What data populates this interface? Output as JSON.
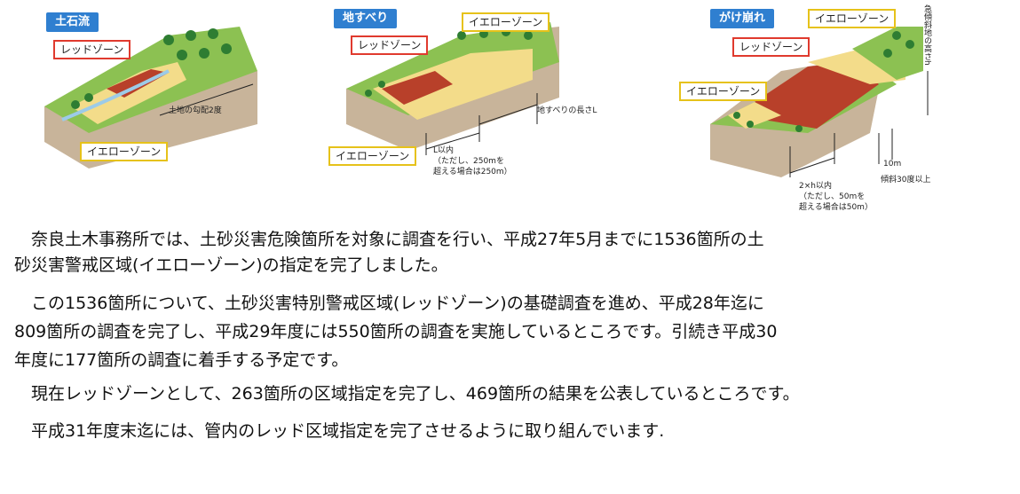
{
  "panels": [
    {
      "title": "土石流",
      "red_label": "レッドゾーン",
      "yellow_label": "イエローゾーン",
      "dim_label": "土地の勾配2度"
    },
    {
      "title": "地すべり",
      "red_label": "レッドゾーン",
      "yellow_label_top": "イエローゾーン",
      "yellow_label_bottom": "イエローゾーン",
      "dim_length": "地すべりの長さL",
      "dim_l_1": "L以内",
      "dim_l_2": "（ただし、250mを",
      "dim_l_3": "超える場合は250m）"
    },
    {
      "title": "がけ崩れ",
      "red_label": "レッドゾーン",
      "yellow_label_top": "イエローゾーン",
      "yellow_label_left": "イエローゾーン",
      "height_label": "急傾斜地の高さh",
      "dim_10m": "10m",
      "dim_slope": "傾斜30度以上",
      "dim_h_1": "2×h以内",
      "dim_h_2": "（ただし、50mを",
      "dim_h_3": "超える場合は50m）"
    }
  ],
  "paragraphs": [
    "　奈良土木事務所では、土砂災害危険箇所を対象に調査を行い、平成27年5月までに1536箇所の土",
    "砂災害警戒区域(イエローゾーン)の指定を完了しました。",
    "　この1536箇所について、土砂災害特別警戒区域(レッドゾーン)の基礎調査を進め、平成28年迄に",
    "809箇所の調査を完了し、平成29年度には550箇所の調査を実施しているところです。引続き平成30",
    "年度に177箇所の調査に着手する予定です。",
    "　現在レッドゾーンとして、263箇所の区域指定を完了し、469箇所の結果を公表しているところです。",
    "　平成31年度末迄には、管内のレッド区域指定を完了させるように取り組んでいます."
  ],
  "colors": {
    "title_blue": "#2f7fd0",
    "red_zone": "#b8402a",
    "yellow_zone": "#f3dc8a",
    "green": "#7cb342",
    "soil": "#c8b49a"
  }
}
